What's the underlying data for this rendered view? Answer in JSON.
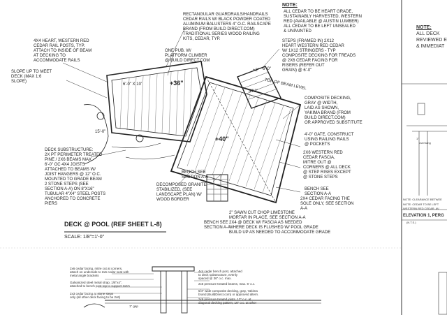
{
  "sheet": {
    "title": "DECK @ POOL (REF SHEET L-8)",
    "scale": "SCALE: 1/8\"=1'-0\""
  },
  "notes_top": {
    "header": "NOTE:",
    "lines": [
      "ALL CEDAR TO BE HEART GRADE,",
      "SUSTAINABLY HARVESTED, WESTERN",
      "RED (AVAILABLE @ AUSTIN LUMBER)",
      "ALL CEDAR TO BE LEFT UNSEALED",
      "& UNPAINTED"
    ]
  },
  "callouts": {
    "railing": "RECTANGULAR GUARDRAILS/HANDRAILS\nCEDAR RAILS W/ BLACK POWDER COATED\nALUMINUM BALUSTERS 4\" O.C. RAILSCAPE\nBRAND (FROM BUILD DIRECT.COM)\nTRADITIONAL SERIES WOOD RAILING\nKITS, CEDAR, TYP.",
    "post": "4X4 HEART, WESTERN RED\nCEDAR RAIL POSTS, TYP.\nATTACH TO INSIDE OF BEAM\nAT DECKING TO\nACCOMMODATE RAILS",
    "slope": "SLOPE UP TO MEET\nDECK (MAX 1:6\nSLOPE)",
    "ceiling_fan": "ONE PUB. W/\nPLATFORM CLIMBER\n@ BUILD DIRECT.COM",
    "stairs": "STEPS (FRAMED IN) 2X12\nHEART WESTERN RED CEDAR\nW/ 1X12 STRINGERS - TYP\nCOMPOSITE DECKING FOR TREADS\n@ 2X6 CEDAR FACING FOR\nRISERS (REFER OUT\nGRAIN) @ 6'-0\"",
    "substructure": "DECK SUBSTRUCTURE:\n2X PT PERIMETER TREATED\nPINE / 2X6 BEAMS MAX\n6'-0\" OC 4X4 JOISTS\nATTACHED TO BEAMS W/\nJOIST HANGERS @ 12\" O.C.\nMOUNTED TO GRADE BEAM\n2 STONE STEPS (SEE\nSECTION A-A) ON 8\"X16\"\nTUBULAR 4\"X4\" STEEL POSTS\nANCHORED TO CONCRETE\nPIERS",
    "composite": "COMPOSITE DECKING,\nGRAY @ WIDTH,\nLAID AS SHOWN,\nYAKIMA BRAND (FROM\nBUILD DIRECT.COM)\nOR APPROVED SUBSTITUTE",
    "gate": "4'-0\" GATE, CONSTRUCT\nUSING RAILING RAILS\n@ POCKETS",
    "fascia": "2X6 WESTERN RED\nCEDAR FASCIA,\nMITRE OUT @\nCORNERS @ ALL DECK\n@ STEP RISES EXCEPT\n@ STONE STEPS",
    "bench_a": "BENCH SEE\nSECTION A-A",
    "bench_b": "BENCH SEE\nSECTION A-A",
    "bench_c": "BENCH SEE\nSECTION A-A",
    "guard_detail": "2X4 CEDAR FACING THE\nSOLE ONLY, SEE SECTION\nA-A",
    "decomposed": "DECOMPOSED GRANITE\nSTABILIZED, (SEE\nLANDSCAPE PLAN) W/\nWOOD BORDER",
    "stone": "2\" SAWN CUT CHOP LIMESTONE\nMORTAR IN PLACE, SEE SECTION A-A\n2X4 @ DECK W/ FASCIA AS NEEDED\nWHERE DECK IS FLUSHED W/ POOL GRADE\nBUILD UP AS NEEDED TO ACCOMMODATE GRADE",
    "level": "TOP OF BEAM LEVEL",
    "dim_36": "+36\"",
    "dim_40": "+40\"",
    "dim_6x10": "6'-0\" X 10'",
    "dim_6x6": "6'-0\"",
    "dim_15": "15'-0\"",
    "dim_4x2": "4'X2'",
    "dim_2": "+2\""
  },
  "right_panel": {
    "note_header": "NOTE:",
    "note_lines": [
      "ALL DECK",
      "REVIEWED E",
      "& IMMEDIAT"
    ],
    "small_note_1": "NOTE: CLEARANCE BETWEE",
    "small_note_2": "NOTE: CEDAR TO BE LEFT",
    "small_note_3": "WESTERN RED CEDAR. AV",
    "elevation_title": "ELEVATION 1, PERG",
    "elevation_scale": "(N.T.S.)",
    "dim_label": "1\"",
    "overhang": "overhang"
  },
  "detail_bottom": {
    "labels": [
      "2x6 cedar facing, mitre cut at corners,",
      "attach on underside to 2x6 cedar seat with",
      "metal angle brackets",
      "Galvanized steel metal strap, 1/8\"x4\",",
      "attached to bench post top to support 2x6's",
      "2x3 cedar facing at stone steps",
      "only (all other deck facing to be 2x6)",
      "4x4 cedar bench post, attached",
      "to deck substructure, evenly",
      "spaced @ 36\" o.c. max.",
      "2x6 pressure treated beams, max. 6' o.c.",
      "5/4\" wide composite decking, gray, Yakima",
      "brand (BuildDirect.com) or approved altern.",
      "2x6 pressure treated joists, 12\" o.c. at",
      "diagonal decking pattern, 16\" o.c. at other"
    ],
    "grade_label": "1\" gap"
  }
}
